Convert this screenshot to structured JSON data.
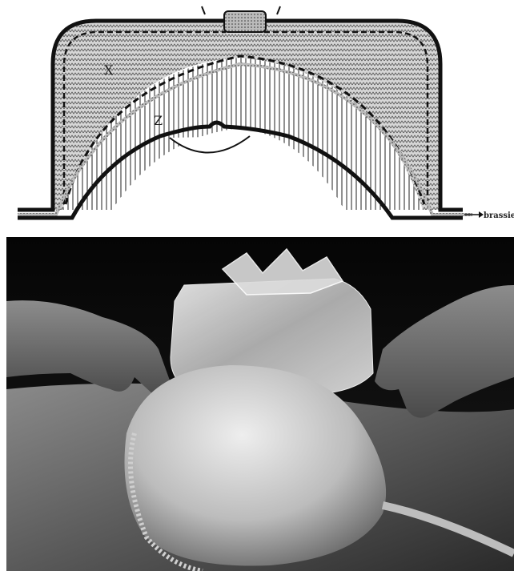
{
  "diagram": {
    "label_x": "X",
    "label_z": "Z",
    "arrow_label": "brassiere",
    "colors": {
      "ink": "#111111",
      "x_fill": "#c9c9c9",
      "z_fill": "#f3f3f3"
    }
  },
  "photo": {
    "description_tone": "grayscale",
    "colors": {
      "background": "#0c0c0c",
      "skin": "#9a9a9a",
      "bra": "#d8d8d8",
      "ice": "#e6e6e6"
    }
  }
}
